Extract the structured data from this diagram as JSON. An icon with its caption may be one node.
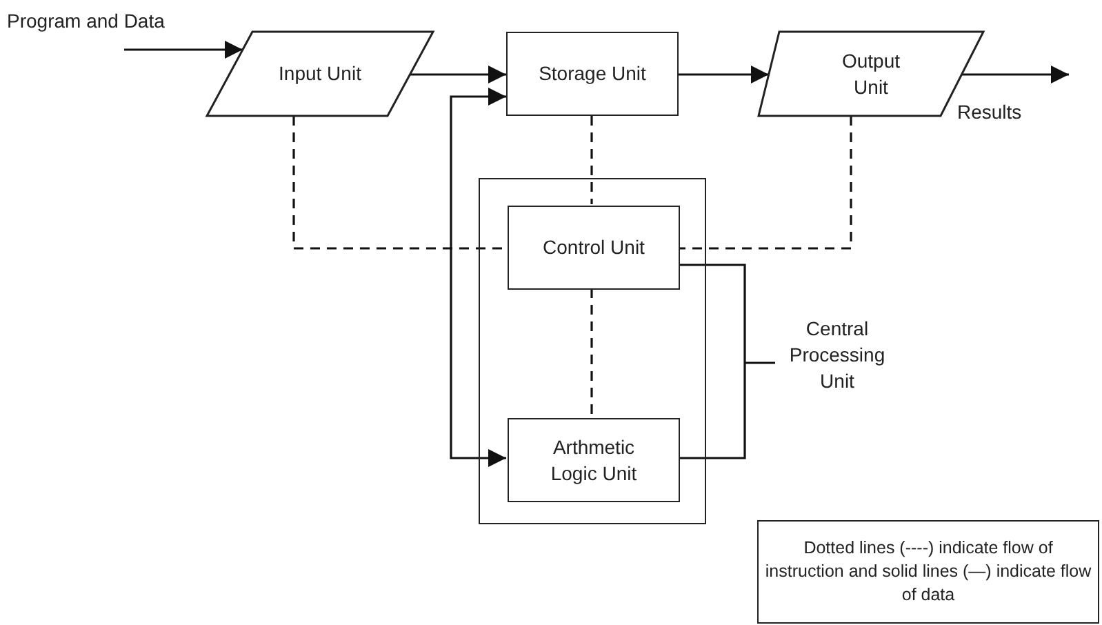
{
  "diagram": {
    "nodes": [
      {
        "text": [
          "Program and Data"
        ]
      },
      {
        "text": [
          "Input Unit"
        ]
      },
      {
        "text": [
          "Storage Unit"
        ]
      },
      {
        "text": [
          "Output Unit"
        ]
      },
      {
        "text": [],
        "shape": "box"
      },
      {
        "text": [
          "Control Unit"
        ],
        "in": 4
      },
      {
        "text": [
          "Arthmetic Logic Unit"
        ],
        "in": 4
      },
      {
        "text": [
          "Dotted lines (----) indicate flow of instruction and solid lines (—) indicate flow of data"
        ]
      }
    ],
    "edges": [
      {
        "from": 0,
        "to": 1,
        "arrow": "to"
      },
      {
        "from": 1,
        "to": 2,
        "arrow": "to"
      },
      {
        "from": 2,
        "to": 6,
        "arrow": "both"
      },
      {
        "from": 2,
        "to": 3,
        "arrow": "to"
      },
      {
        "from": 3,
        "to": null,
        "arrow": "to",
        "label": "Results"
      },
      {
        "from": 2,
        "to": 5,
        "arrow": "none",
        "style": "dashed"
      },
      {
        "from": 1,
        "to": 5,
        "arrow": "none",
        "style": "dashed"
      },
      {
        "from": 3,
        "to": 5,
        "arrow": "none",
        "style": "dashed"
      },
      {
        "from": 5,
        "to": 6,
        "arrow": "none",
        "style": "dashed"
      }
    ],
    "labels": [
      "Central Processing Unit"
    ]
  }
}
